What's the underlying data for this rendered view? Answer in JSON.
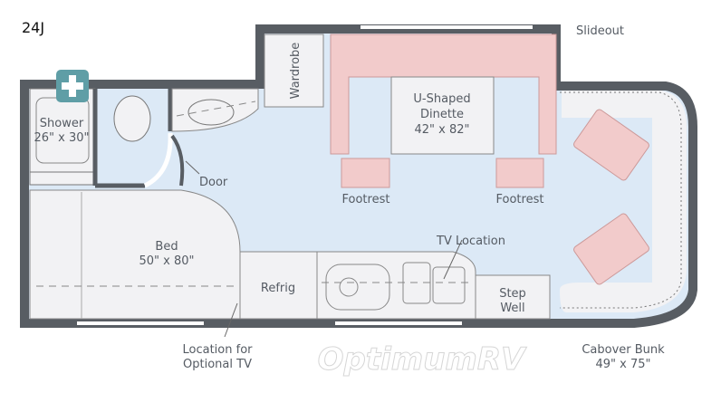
{
  "model": "24J",
  "labels": {
    "slideout": "Slideout",
    "wardrobe": "Wardrobe",
    "shower": "Shower",
    "shower_size": "26\" x 30\"",
    "dinette": "U-Shaped",
    "dinette2": "Dinette",
    "dinette_size": "42\" x 82\"",
    "door": "Door",
    "footrest_left": "Footrest",
    "footrest_right": "Footrest",
    "bed": "Bed",
    "bed_size": "50\" x 80\"",
    "tv_location": "TV Location",
    "refrig": "Refrig",
    "step": "Step",
    "well": "Well",
    "optional_tv": "Location for",
    "optional_tv2": "Optional TV",
    "cabover": "Cabover Bunk",
    "cabover_size": "49\" x 75\""
  },
  "watermark": "OptimumRV",
  "colors": {
    "wall": "#585d63",
    "floor": "#dce9f6",
    "furniture": "#f2f2f4",
    "seating": "#f2cbcb",
    "accessible": "#5f9ea6"
  }
}
